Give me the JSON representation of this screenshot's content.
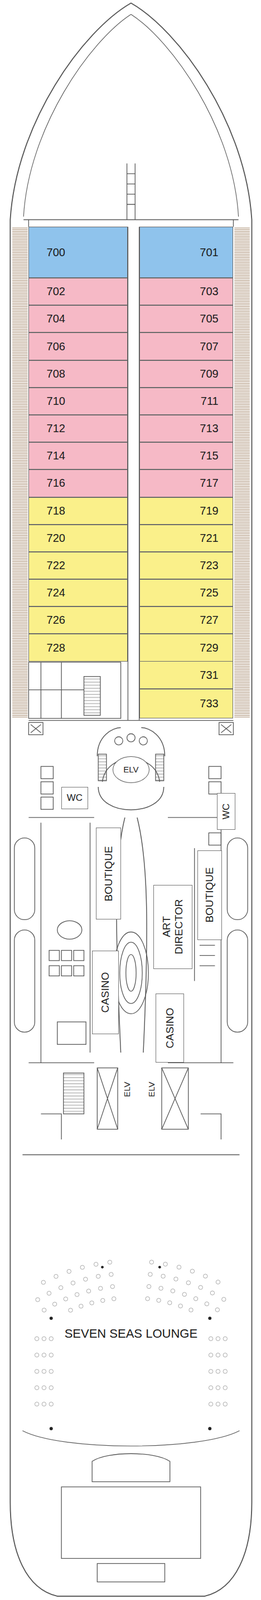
{
  "diagram": {
    "nodes": [
      {
        "text": [
          "700"
        ]
      },
      {
        "text": [
          "701"
        ]
      },
      {
        "text": [
          "702"
        ]
      },
      {
        "text": [
          "703"
        ]
      },
      {
        "text": [
          "704"
        ]
      },
      {
        "text": [
          "705"
        ]
      },
      {
        "text": [
          "706"
        ]
      },
      {
        "text": [
          "707"
        ]
      },
      {
        "text": [
          "708"
        ]
      },
      {
        "text": [
          "709"
        ]
      },
      {
        "text": [
          "710"
        ]
      },
      {
        "text": [
          "711"
        ]
      },
      {
        "text": [
          "712"
        ]
      },
      {
        "text": [
          "713"
        ]
      },
      {
        "text": [
          "714"
        ]
      },
      {
        "text": [
          "715"
        ]
      },
      {
        "text": [
          "716"
        ]
      },
      {
        "text": [
          "717"
        ]
      },
      {
        "text": [
          "718"
        ]
      },
      {
        "text": [
          "719"
        ]
      },
      {
        "text": [
          "720"
        ]
      },
      {
        "text": [
          "721"
        ]
      },
      {
        "text": [
          "722"
        ]
      },
      {
        "text": [
          "723"
        ]
      },
      {
        "text": [
          "724"
        ]
      },
      {
        "text": [
          "725"
        ]
      },
      {
        "text": [
          "726"
        ]
      },
      {
        "text": [
          "727"
        ]
      },
      {
        "text": [
          "728"
        ]
      },
      {
        "text": [
          "729"
        ]
      },
      {
        "text": [
          "731"
        ]
      },
      {
        "text": [
          "733"
        ]
      },
      {
        "text": [
          "ELV"
        ]
      },
      {
        "text": [
          "WC"
        ]
      },
      {
        "text": [
          "WC"
        ]
      },
      {
        "text": [
          "BOUTIQUE"
        ]
      },
      {
        "text": [
          "ART DIRECTOR"
        ]
      },
      {
        "text": [
          "BOUTIQUE"
        ]
      },
      {
        "text": [
          "CASINO"
        ]
      },
      {
        "text": [
          "CASINO"
        ]
      },
      {
        "text": [
          "ELV"
        ]
      },
      {
        "text": [
          "ELV"
        ]
      },
      {
        "text": [
          "SEVEN SEAS LOUNGE"
        ]
      }
    ]
  }
}
